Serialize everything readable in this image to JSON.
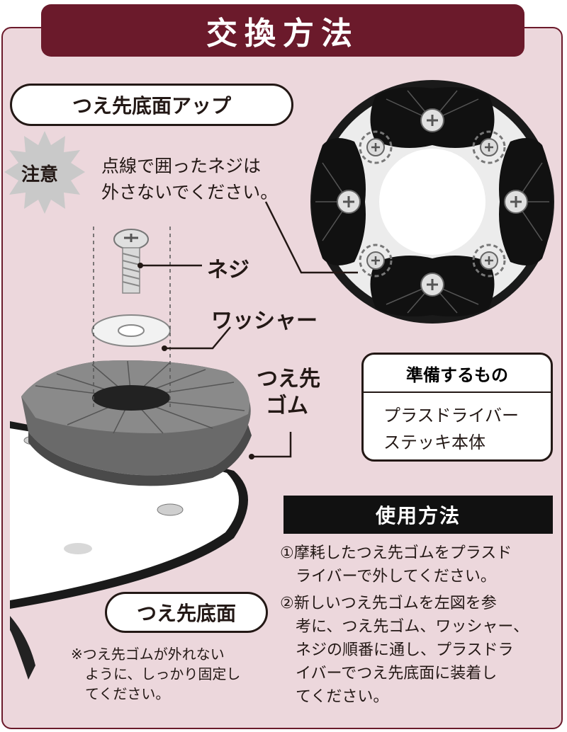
{
  "title": "交換方法",
  "sections": {
    "closeup_label": "つえ先底面アップ",
    "bottom_label": "つえ先底面"
  },
  "caution": {
    "badge": "注意",
    "line1": "点線で囲ったネジは",
    "line2": "外さないでください。"
  },
  "parts": {
    "screw": "ネジ",
    "washer": "ワッシャー",
    "rubber_line1": "つえ先",
    "rubber_line2": "ゴム"
  },
  "preparation": {
    "heading": "準備するもの",
    "items": [
      "プラスドライバー",
      "ステッキ本体"
    ]
  },
  "usage": {
    "heading": "使用方法",
    "step1": [
      "①摩耗したつえ先ゴムをプラスド",
      "　ライバーで外してください。"
    ],
    "step2": [
      "②新しいつえ先ゴムを左図を参",
      "　考に、つえ先ゴム、ワッシャー、",
      "　ネジの順番に通し、プラスドラ",
      "　イバーでつえ先底面に装着し",
      "　てください。"
    ]
  },
  "note": [
    "※つえ先ゴムが外れない",
    "　ように、しっかり固定し",
    "　てください。"
  ],
  "colors": {
    "accent": "#6b1a2b",
    "background": "#ecd7dc",
    "ink": "#231815"
  }
}
